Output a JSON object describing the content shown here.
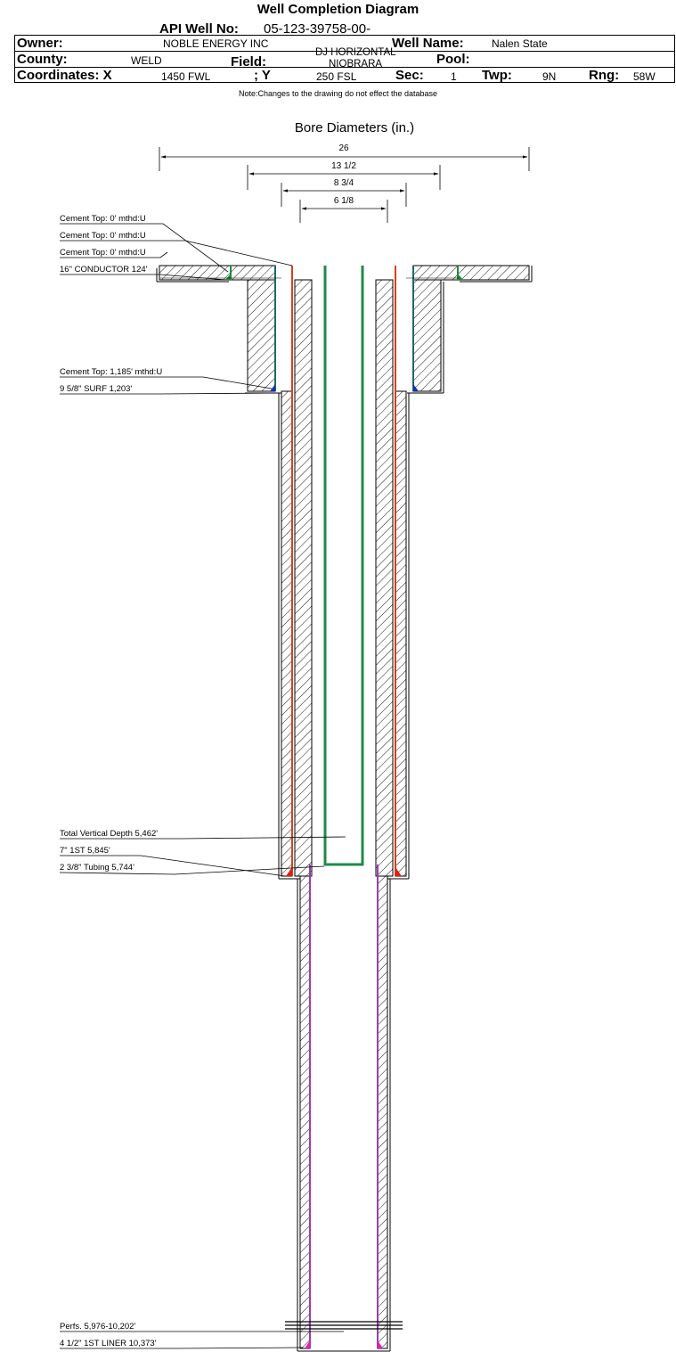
{
  "header": {
    "title": "Well Completion Diagram",
    "api_label": "API Well No:",
    "api_value": "05-123-39758-00-",
    "owner_label": "Owner:",
    "owner_value": "NOBLE ENERGY INC",
    "well_name_label": "Well Name:",
    "well_name_value": "Nalen State",
    "county_label": "County:",
    "county_value": "WELD",
    "field_label": "Field:",
    "field_value_line1": "DJ HORIZONTAL",
    "field_value_line2": "NIOBRARA",
    "pool_label": "Pool:",
    "coord_label": "Coordinates: X",
    "x_value": "1450 FWL",
    "y_label": "; Y",
    "y_value": "250 FSL",
    "sec_label": "Sec:",
    "sec_value": "1",
    "twp_label": "Twp:",
    "twp_value": "9N",
    "rng_label": "Rng:",
    "rng_value": "58W",
    "note": "Note:Changes to the drawing do not effect the database"
  },
  "diagram": {
    "diameters_title": "Bore Diameters (in.)",
    "diameters": [
      "26",
      "13 1/2",
      "8 3/4",
      "6 1/8"
    ],
    "labels": {
      "cement_top_1": "Cement Top: 0' mthd:U",
      "cement_top_2": "Cement Top: 0' mthd:U",
      "cement_top_3": "Cement Top: 0' mthd:U",
      "conductor": "16\" CONDUCTOR  124'",
      "cement_top_surf": "Cement Top: 1,185' mthd:U",
      "surf_casing": "9 5/8\" SURF       1,203'",
      "tvd": "Total Vertical Depth 5,462'",
      "first_string": "7\" 1ST        5,845'",
      "tubing": "2 3/8\" Tubing 5,744'",
      "perfs": "Perfs. 5,976-10,202'",
      "liner": "4 1/2\" 1ST LINER  10,373'"
    }
  },
  "colors": {
    "conductor_casing": "#1f8a3a",
    "surface_casing": "#1a6b6b",
    "production_casing": "#d8401a",
    "tubing": "#1f8a4a",
    "liner": "#9a3fb0",
    "liner_shoe": "#e020c0",
    "surf_shoe": "#1030c0"
  }
}
